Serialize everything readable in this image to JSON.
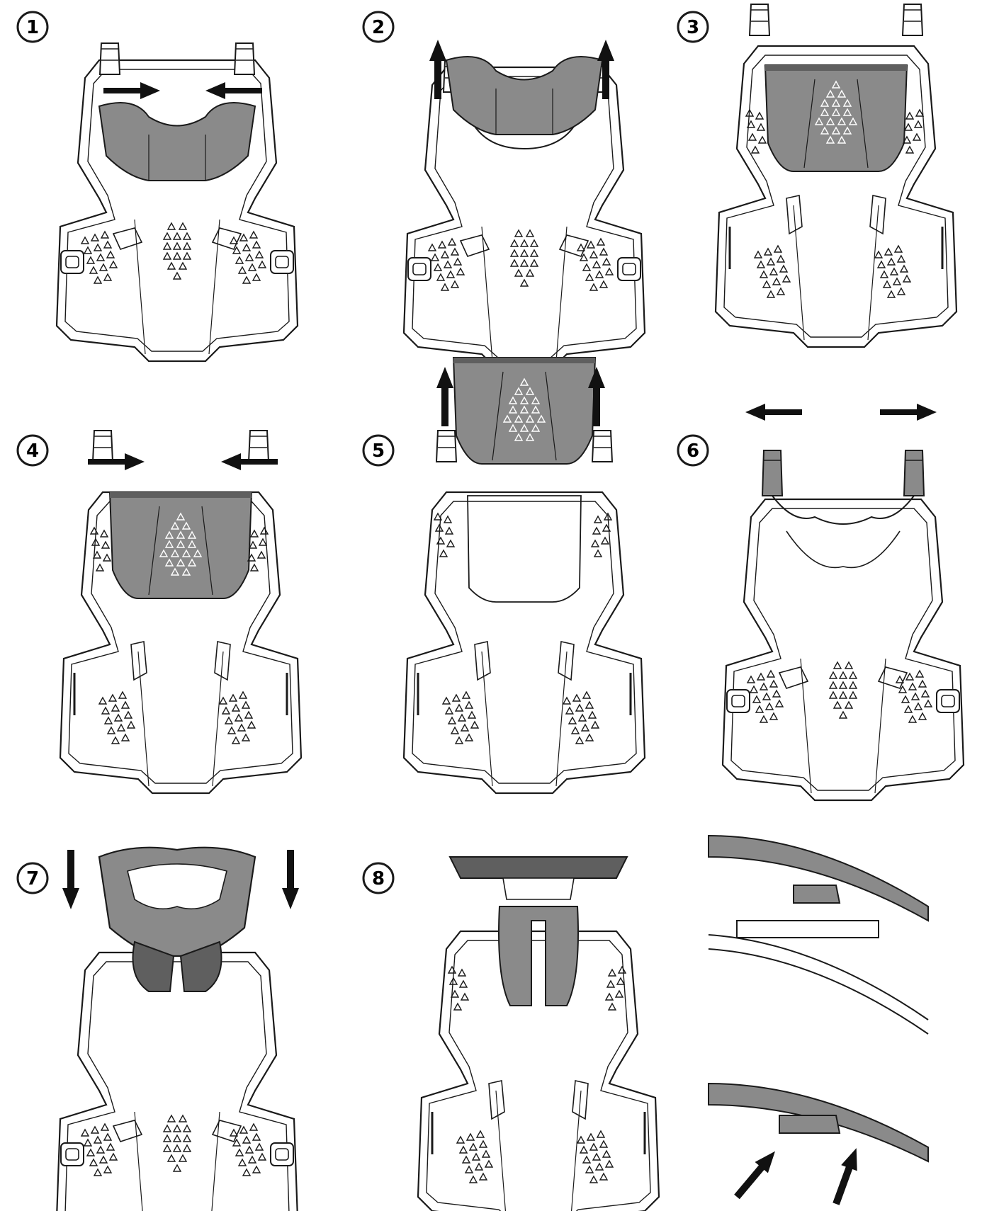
{
  "steps": [
    {
      "number": "1"
    },
    {
      "number": "2"
    },
    {
      "number": "3"
    },
    {
      "number": "4"
    },
    {
      "number": "5"
    },
    {
      "number": "6"
    },
    {
      "number": "7"
    },
    {
      "number": "8"
    }
  ],
  "colors": {
    "line": "#1a1a1a",
    "fill_white": "#ffffff",
    "panel_gray": "#8a8a8a",
    "panel_dark": "#5f5f5f",
    "arrow": "#111111"
  },
  "icons": {
    "arrow_icon": "arrow-icon",
    "vent_icon": "triangle-vent-icon"
  }
}
